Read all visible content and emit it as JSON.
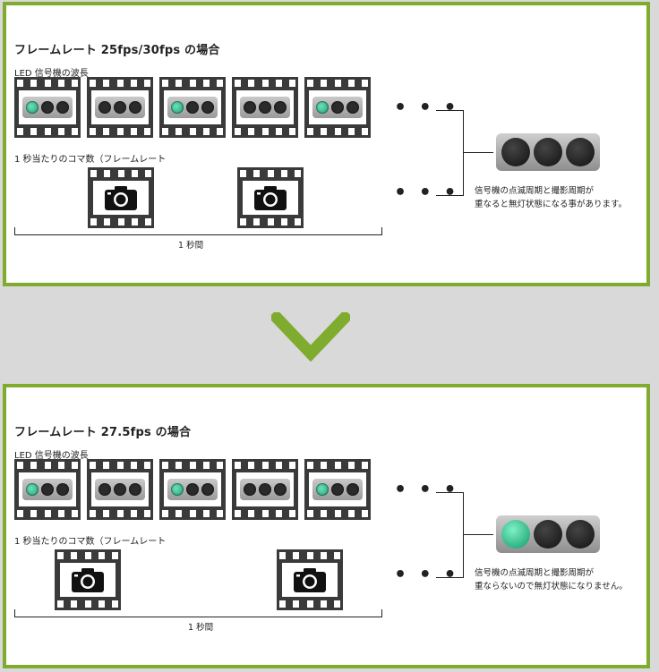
{
  "colors": {
    "accent": "#7fab2e",
    "lamp_on": "#18a07a",
    "film": "#3a3a3a",
    "band": "#d9d9d9"
  },
  "top": {
    "title": "フレームレート 25fps/30fps の場合",
    "led_label": "LED 信号機の波長",
    "frames_label": "1 秒当たりのコマ数（フレームレート",
    "second_label": "1 秒間",
    "dots": "• • •",
    "note_line1": "信号機の点滅周期と撮影周期が",
    "note_line2": "重なると無灯状態になる事があります。",
    "lamp_sequence": [
      [
        true,
        false,
        false
      ],
      [
        false,
        false,
        false
      ],
      [
        true,
        false,
        false
      ],
      [
        false,
        false,
        false
      ],
      [
        true,
        false,
        false
      ]
    ],
    "result_lamp": [
      false,
      false,
      false
    ],
    "camera_frames": 2
  },
  "bottom": {
    "title": "フレームレート 27.5fps の場合",
    "led_label": "LED 信号機の波長",
    "frames_label": "1 秒当たりのコマ数（フレームレート",
    "second_label": "1 秒間",
    "dots": "• • •",
    "note_line1": "信号機の点滅周期と撮影周期が",
    "note_line2": "重ならないので無灯状態になりません。",
    "lamp_sequence": [
      [
        true,
        false,
        false
      ],
      [
        false,
        false,
        false
      ],
      [
        true,
        false,
        false
      ],
      [
        false,
        false,
        false
      ],
      [
        true,
        false,
        false
      ]
    ],
    "result_lamp": [
      true,
      false,
      false
    ],
    "camera_frames": 2
  },
  "icons": {
    "transition": "chevron-down-icon",
    "camera": "camera-icon"
  }
}
